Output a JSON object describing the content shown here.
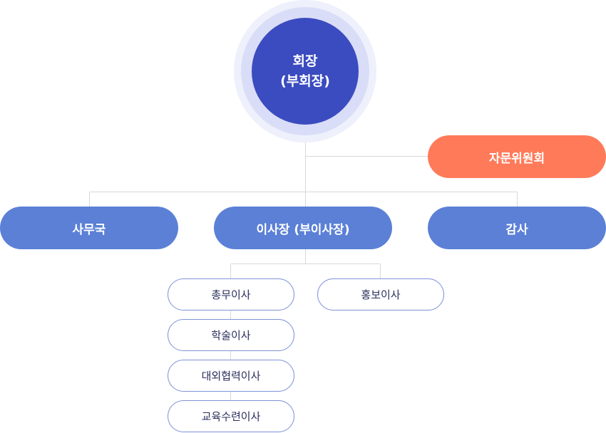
{
  "chair": {
    "line1": "회장",
    "line2": "(부회장)"
  },
  "advisory": {
    "label": "자문위원회"
  },
  "departments": {
    "secretariat": "사무국",
    "director": "이사장 (부이사장)",
    "audit": "감사"
  },
  "directors": {
    "general": "총무이사",
    "academic": "학술이사",
    "external": "대외협력이사",
    "education": "교육수련이사",
    "pr": "홍보이사"
  },
  "colors": {
    "chair": "#3b4cc0",
    "chair_ring_outer": "#eef0fb",
    "chair_ring_inner": "#d9ddf7",
    "department": "#5b80d6",
    "advisory": "#ff7a59",
    "sub_border": "#7f93d9",
    "connector": "#d8d8d8"
  }
}
